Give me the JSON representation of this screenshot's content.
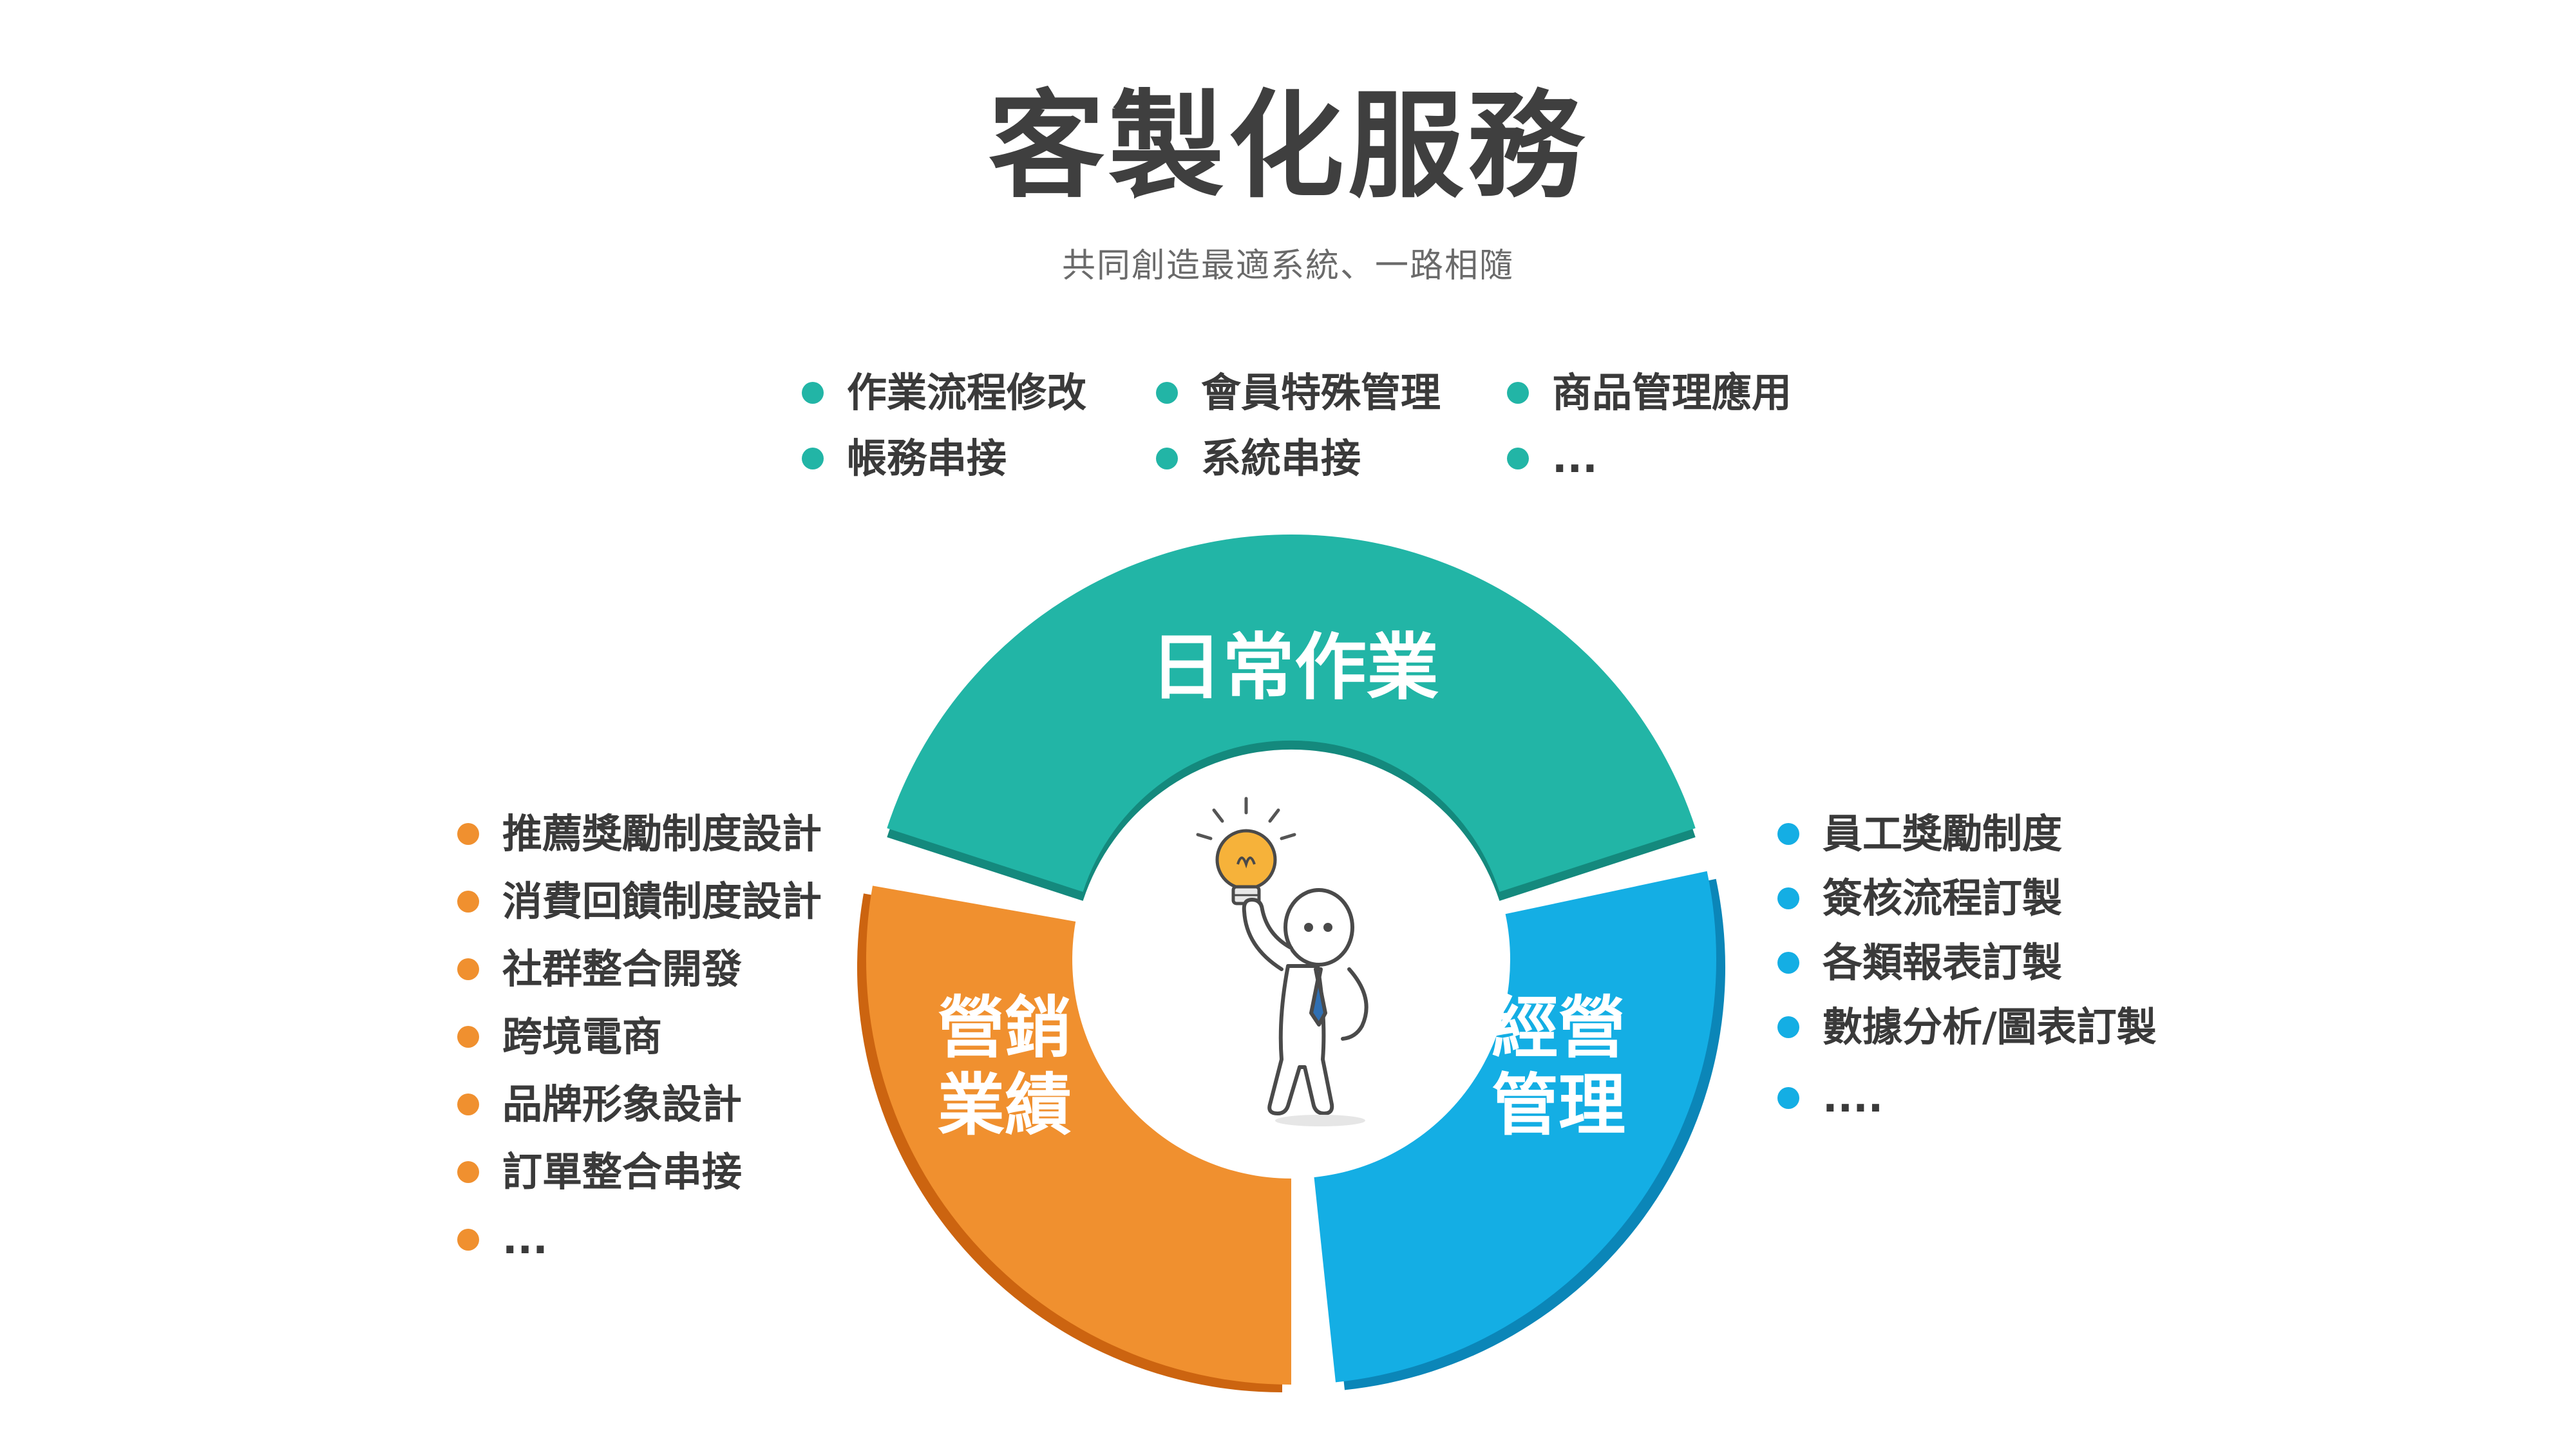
{
  "header": {
    "title": "客製化服務",
    "subtitle": "共同創造最適系統、一路相隨"
  },
  "colors": {
    "teal": "#22b5a6",
    "orange": "#f0902f",
    "blue": "#14aee4",
    "title": "#3f3f3f"
  },
  "segments": {
    "daily": {
      "label": "日常作業"
    },
    "marketing": {
      "label_line1": "營銷",
      "label_line2": "業績"
    },
    "management": {
      "label_line1": "經營",
      "label_line2": "管理"
    }
  },
  "lists": {
    "daily": [
      "作業流程修改",
      "會員特殊管理",
      "商品管理應用",
      "帳務串接",
      "系統串接",
      "..."
    ],
    "marketing": [
      "推薦獎勵制度設計",
      "消費回饋制度設計",
      "社群整合開發",
      "跨境電商",
      "品牌形象設計",
      "訂單整合串接",
      "..."
    ],
    "management": [
      "員工獎勵制度",
      "簽核流程訂製",
      "各類報表訂製",
      "數據分析/圖表訂製",
      "...."
    ]
  },
  "icons": {
    "center": "person-with-lightbulb-icon"
  }
}
